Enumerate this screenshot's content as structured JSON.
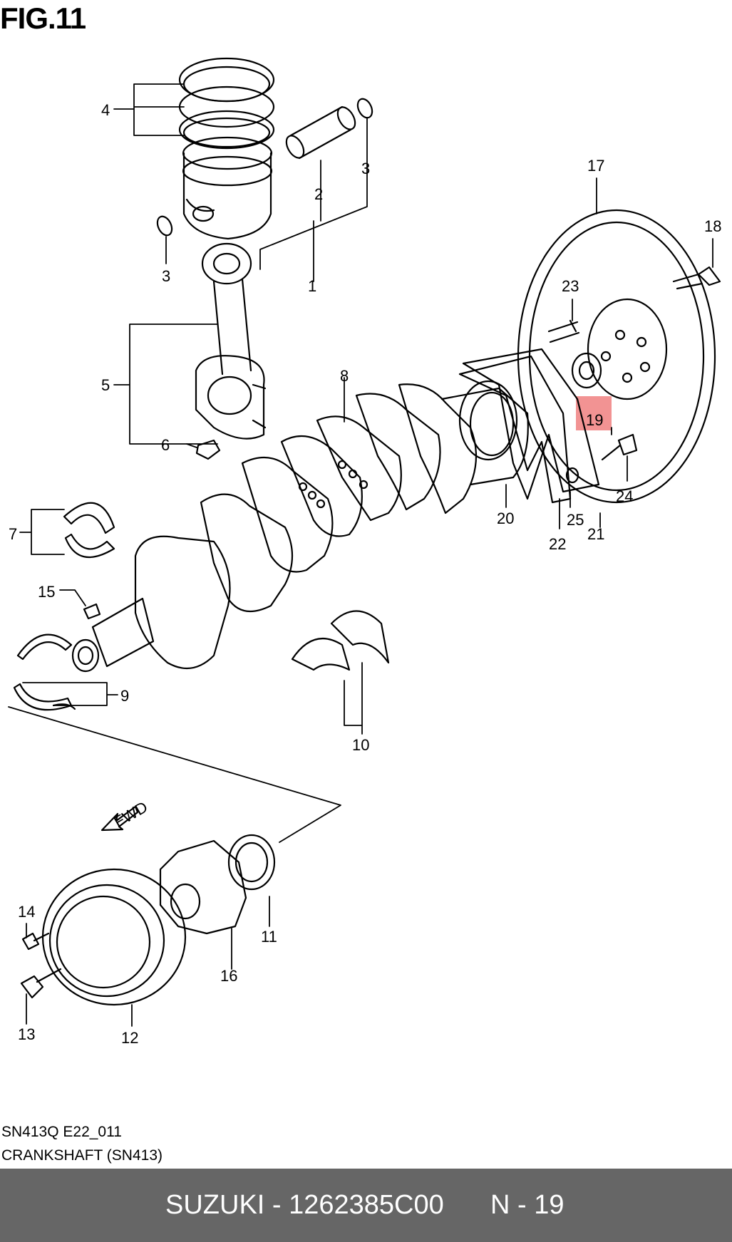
{
  "figure": {
    "title": "FIG.11"
  },
  "callouts": {
    "c1": "1",
    "c2": "2",
    "c3a": "3",
    "c3b": "3",
    "c4": "4",
    "c5": "5",
    "c6": "6",
    "c7": "7",
    "c8": "8",
    "c9": "9",
    "c10": "10",
    "c11": "11",
    "c12": "12",
    "c13": "13",
    "c14": "14",
    "c15": "15",
    "c16": "16",
    "c17": "17",
    "c18": "18",
    "c19": "19",
    "c20": "20",
    "c21": "21",
    "c22": "22",
    "c23": "23",
    "c24": "24",
    "c25": "25"
  },
  "highlight": {
    "part": "19",
    "color": "#f08080"
  },
  "fwd_label": "FWD",
  "caption": {
    "code": "SN413Q E22_011",
    "name": "CRANKSHAFT (SN413)"
  },
  "footer": {
    "brand_part": "SUZUKI - 1262385C00",
    "page_ref": "N - 19",
    "background": "#666666"
  }
}
